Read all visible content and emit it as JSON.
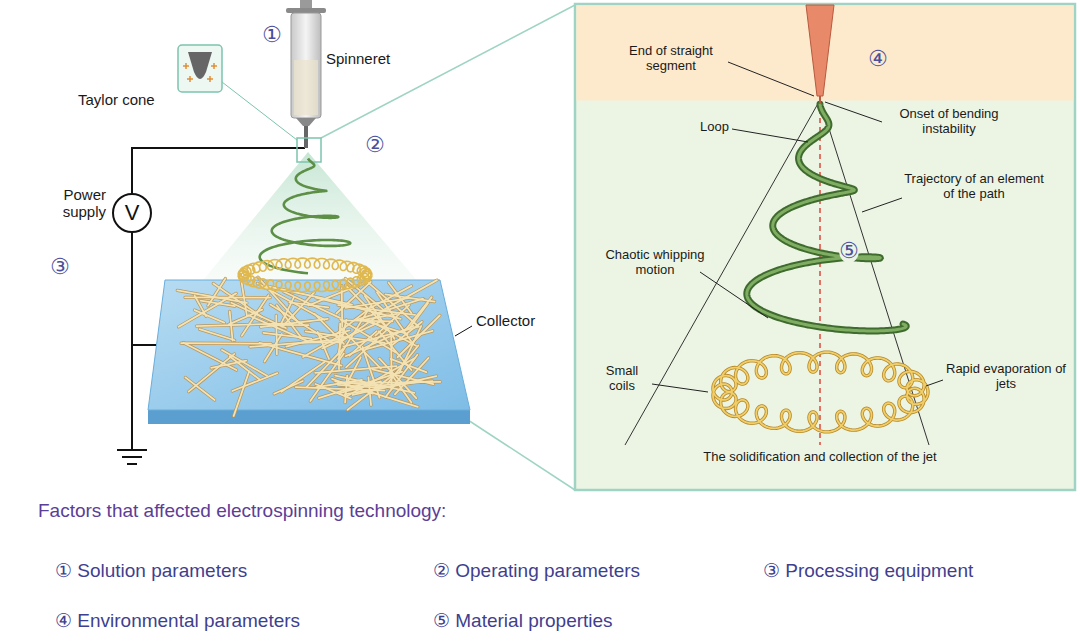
{
  "diagram": {
    "nodes": [
      {
        "text": [
          "V"
        ]
      }
    ],
    "labels": [
      "Taylor cone",
      "①",
      "Spinneret",
      "②",
      "Power supply",
      "③",
      "Collector",
      "④",
      "End of straight segment",
      "Onset of bending instability",
      "Loop",
      "Trajectory of an element of the path",
      "⑤",
      "Chaotic whipping motion",
      "Small coils",
      "Rapid evaporation of jets",
      "The solidification and collection of the jet",
      "Factors that affected electrospinning technology:",
      "① Solution parameters",
      "② Operating parameters",
      "③ Processing equipment",
      "④ Environmental parameters",
      "⑤ Material properties"
    ]
  }
}
